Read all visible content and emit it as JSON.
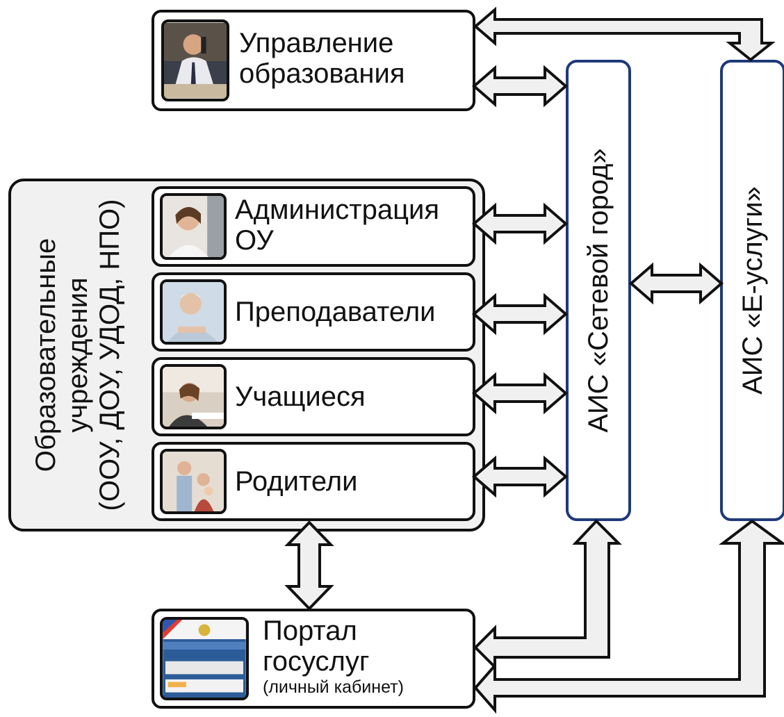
{
  "management": {
    "line1": "Управление",
    "line2": "образования",
    "photo_icon": "businessman-on-phone-photo"
  },
  "institutions": {
    "group_line1": "Образовательные",
    "group_line2": "учреждения",
    "group_line3": "(ООУ, ДОУ, УДОД, НПО)",
    "items": [
      {
        "line1": "Администрация",
        "line2": "ОУ",
        "photo_icon": "woman-at-computer-photo"
      },
      {
        "line1": "Преподаватели",
        "photo_icon": "elderly-teacher-photo"
      },
      {
        "line1": "Учащиеся",
        "photo_icon": "student-studying-photo"
      },
      {
        "line1": "Родители",
        "photo_icon": "parents-with-child-photo"
      }
    ]
  },
  "systems": {
    "setevoy": "АИС «Сетевой город»",
    "euslugi": "АИС «Е-услуги»"
  },
  "portal": {
    "line1": "Портал",
    "line2": "госуслуг",
    "line3": "(личный кабинет)",
    "photo_icon": "gosuslugi-website-screenshot"
  },
  "colors": {
    "outline": "#111111",
    "system_border": "#1f3a7a",
    "arrow_fill": "#f0f0f0",
    "group_fill": "#f1f1f1"
  }
}
